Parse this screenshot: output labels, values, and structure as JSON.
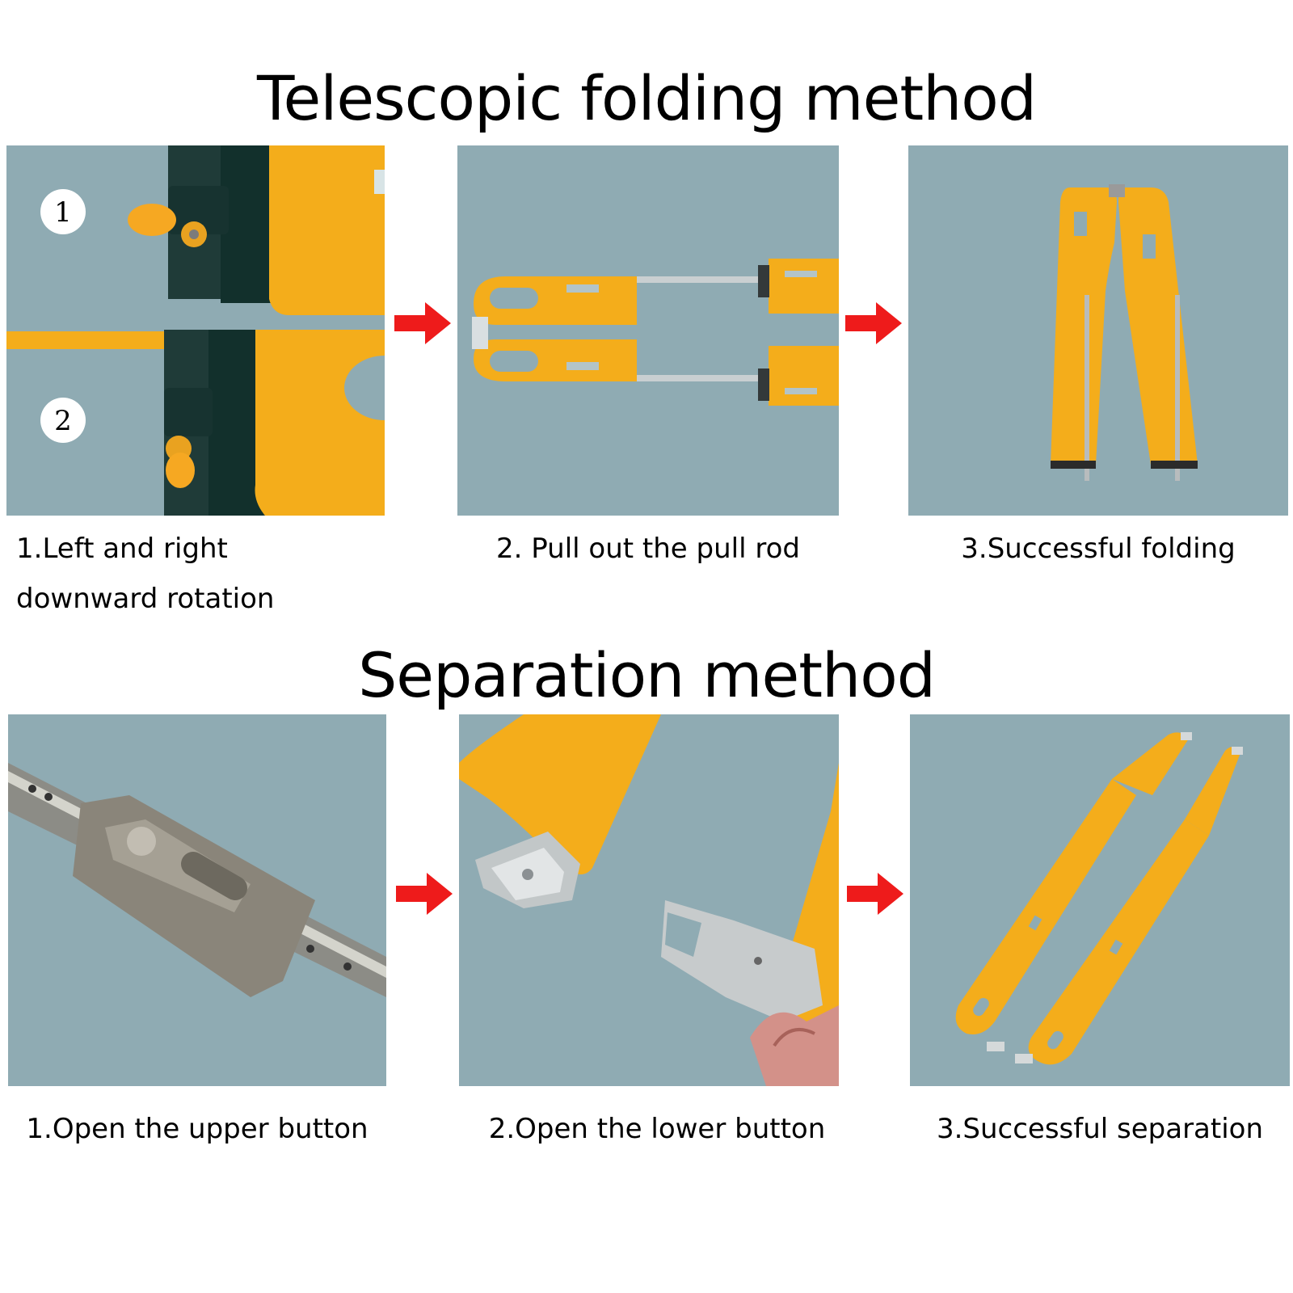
{
  "sections": [
    {
      "title": "Telescopic folding method",
      "steps": [
        {
          "caption": "1.Left and right downward rotation",
          "markers": [
            "1",
            "2"
          ]
        },
        {
          "caption": "2. Pull out the pull rod"
        },
        {
          "caption": "3.Successful folding"
        }
      ]
    },
    {
      "title": "Separation method",
      "steps": [
        {
          "caption": "1.Open the upper button"
        },
        {
          "caption": "2.Open the lower button"
        },
        {
          "caption": "3.Successful separation"
        }
      ]
    }
  ],
  "icons": {
    "step_arrow": "red-right-arrow-icon"
  },
  "colors": {
    "background": "#ffffff",
    "photo_background": "#8fabb3",
    "stretcher": "#f4ad1b",
    "arrow": "#ee1b1b",
    "text": "#000000"
  }
}
